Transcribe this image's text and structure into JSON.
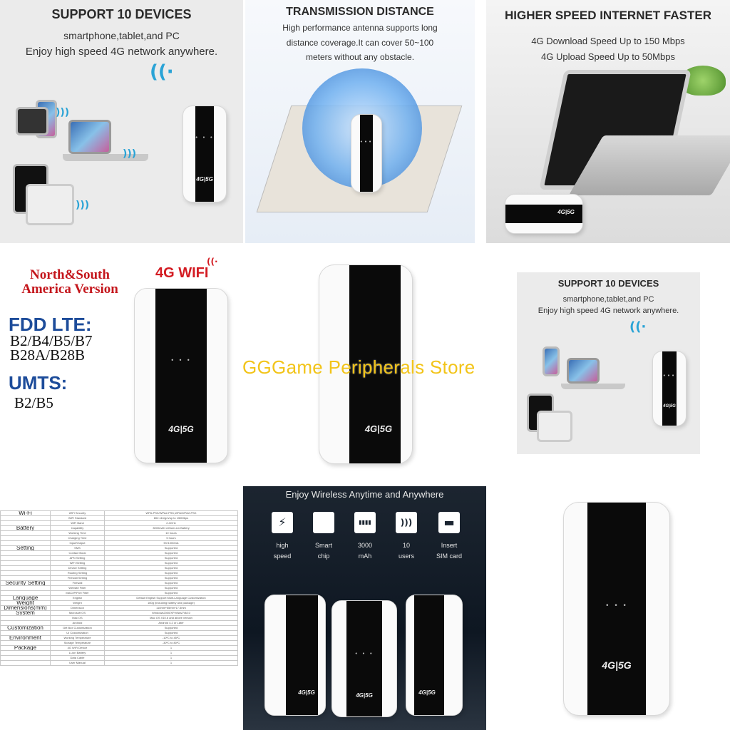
{
  "tile1": {
    "heading": "SUPPORT 10 DEVICES",
    "line1": "smartphone,tablet,and PC",
    "line2": "Enjoy high speed 4G network anywhere.",
    "router_logo": "4G|5G"
  },
  "tile2": {
    "heading": "TRANSMISSION DISTANCE",
    "line1": "High performance antenna supports long",
    "line2": "distance coverage.It can cover 50~100",
    "line3": "meters without any obstacle."
  },
  "tile3": {
    "heading": "HIGHER SPEED INTERNET FASTER",
    "line1": "4G Download Speed Up to 150 Mbps",
    "line2": "4G Upload Speed Up to 50Mbps",
    "router_logo": "4G|5G"
  },
  "tile4": {
    "region": "North&South America Version",
    "wifi_title": "4G WIFI",
    "fdd_label": "FDD LTE:",
    "fdd_bands_1": "B2/B4/B5/B7",
    "fdd_bands_2": "B28A/B28B",
    "umts_label": "UMTS:",
    "umts_bands": "B2/B5",
    "router_logo": "4G|5G"
  },
  "tile5": {
    "router_logo": "4G|5G"
  },
  "watermark": "GGGame Peripherals Store",
  "tile6": {
    "heading": "SUPPORT 10 DEVICES",
    "line1": "smartphone,tablet,and PC",
    "line2": "Enjoy high speed 4G network anywhere.",
    "router_logo": "4G|5G"
  },
  "spec_table": {
    "rows": [
      {
        "cat": "Wi-Fi",
        "item": "WiFi Security",
        "value": "WPA-PSK/WPA2-PSK,WPA/WPA2-PSK"
      },
      {
        "cat": "",
        "item": "WiFi Standard",
        "value": "802.11b/g/n/up to 150Mbps"
      },
      {
        "cat": "",
        "item": "WiFi Band",
        "value": "2.4GHz"
      },
      {
        "cat": "Battery",
        "item": "Capability",
        "value": "3000mAh Lithium-ion Battery"
      },
      {
        "cat": "",
        "item": "Working Time",
        "value": "10 hours"
      },
      {
        "cat": "",
        "item": "Charging Time",
        "value": "5 hours"
      },
      {
        "cat": "",
        "item": "Input/Output",
        "value": "5V/1000mA"
      },
      {
        "cat": "Setting",
        "item": "SMS",
        "value": "Supported"
      },
      {
        "cat": "",
        "item": "Contact Book",
        "value": "Supported"
      },
      {
        "cat": "",
        "item": "APN Setting",
        "value": "Supported"
      },
      {
        "cat": "",
        "item": "WiFi Setting",
        "value": "Supported"
      },
      {
        "cat": "",
        "item": "Device Setting",
        "value": "Supported"
      },
      {
        "cat": "",
        "item": "Routing Setting",
        "value": "Supported"
      },
      {
        "cat": "",
        "item": "Firewall Setting",
        "value": "Supported"
      },
      {
        "cat": "Security Setting",
        "item": "Firewall",
        "value": "Supported"
      },
      {
        "cat": "",
        "item": "Website Filter",
        "value": "Supported"
      },
      {
        "cat": "",
        "item": "MAC/IP/Port Filter",
        "value": "Supported"
      },
      {
        "cat": "Language",
        "item": "English",
        "value": "Default English Support Multi-Language Customization"
      },
      {
        "cat": "Weight",
        "item": "Weight",
        "value": "160g (including battery and package)"
      },
      {
        "cat": "Dimensions(mm)",
        "item": "Dimension",
        "value": "110mm*55mm*17.5mm"
      },
      {
        "cat": "System",
        "item": "Microsoft OS",
        "value": "Windows2000/XP/Vista/7/8/10"
      },
      {
        "cat": "",
        "item": "Mac OS",
        "value": "Mac OS X10.6 and above version"
      },
      {
        "cat": "",
        "item": "Android",
        "value": "Android 4.2 or Later"
      },
      {
        "cat": "Customization",
        "item": "Gift Box Customization",
        "value": "Supported"
      },
      {
        "cat": "",
        "item": "UI Customization",
        "value": "Supported"
      },
      {
        "cat": "Environment",
        "item": "Working Temperature",
        "value": "-10ºC to 45ºC"
      },
      {
        "cat": "",
        "item": "Storage Temperature",
        "value": "-30ºC to 80ºC"
      },
      {
        "cat": "Package",
        "item": "4G WiFi Device",
        "value": "1"
      },
      {
        "cat": "",
        "item": "Li-ion Battery",
        "value": "1"
      },
      {
        "cat": "",
        "item": "Data Cable",
        "value": "1"
      },
      {
        "cat": "",
        "item": "User Manual",
        "value": "1"
      }
    ]
  },
  "tile8": {
    "heading": "Enjoy Wireless Anytime and Anywhere",
    "features": [
      {
        "icon": "lightning-icon",
        "glyph": "⚡",
        "l1": "high",
        "l2": "speed"
      },
      {
        "icon": "chip-icon",
        "glyph": "",
        "l1": "Smart",
        "l2": "chip"
      },
      {
        "icon": "battery-icon",
        "glyph": "▮▮▮▮",
        "l1": "3000",
        "l2": "mAh"
      },
      {
        "icon": "wifi-signal-icon",
        "glyph": ")))",
        "l1": "10",
        "l2": "users"
      },
      {
        "icon": "sim-card-icon",
        "glyph": "▬",
        "l1": "Insert",
        "l2": "SIM card"
      }
    ],
    "router_logo": "4G|5G"
  },
  "tile9": {
    "router_logo": "4G|5G"
  },
  "colors": {
    "accent_blue": "#2aa3d6",
    "red": "#c4161c",
    "watermark_yellow": "#f2c419",
    "panel_black": "#0a0a0a"
  }
}
